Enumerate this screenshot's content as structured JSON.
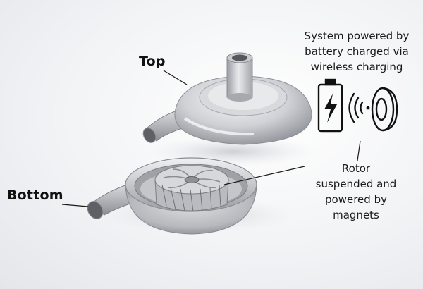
{
  "labels": {
    "top": "Top",
    "bottom": "Bottom"
  },
  "power": {
    "lines": [
      "System powered by",
      "battery charged via",
      "wireless charging"
    ]
  },
  "rotor": {
    "lines": [
      "Rotor",
      "suspended and",
      "powered by",
      "magnets"
    ]
  },
  "icons": [
    "battery-icon",
    "lightning-icon",
    "wireless-signal-icon",
    "charging-coil-icon"
  ]
}
